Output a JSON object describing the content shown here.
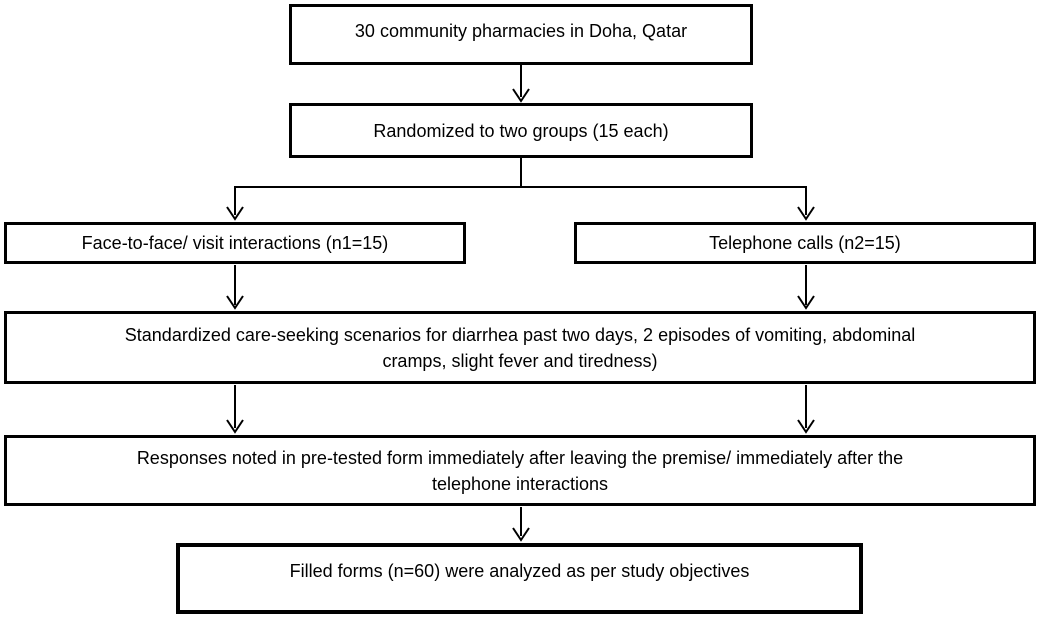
{
  "colors": {
    "box_border": "#000000",
    "box_background": "#ffffff",
    "text": "#000000",
    "connector": "#000000"
  },
  "nodes": {
    "pharmacies": {
      "label": "30 community pharmacies in Doha, Qatar"
    },
    "randomized": {
      "label": "Randomized to two groups (15 each)"
    },
    "face_to_face": {
      "label": "Face-to-face/ visit interactions (n1=15)"
    },
    "telephone": {
      "label": "Telephone calls (n2=15)"
    },
    "scenarios": {
      "line1": "Standardized care-seeking scenarios for diarrhea past two days, 2 episodes of vomiting, abdominal",
      "line2": "cramps, slight fever and tiredness)"
    },
    "responses": {
      "line1": "Responses noted in pre-tested form immediately after leaving the premise/ immediately after the",
      "line2": "telephone interactions"
    },
    "analysis": {
      "label": "Filled forms (n=60) were analyzed as per study objectives"
    }
  }
}
